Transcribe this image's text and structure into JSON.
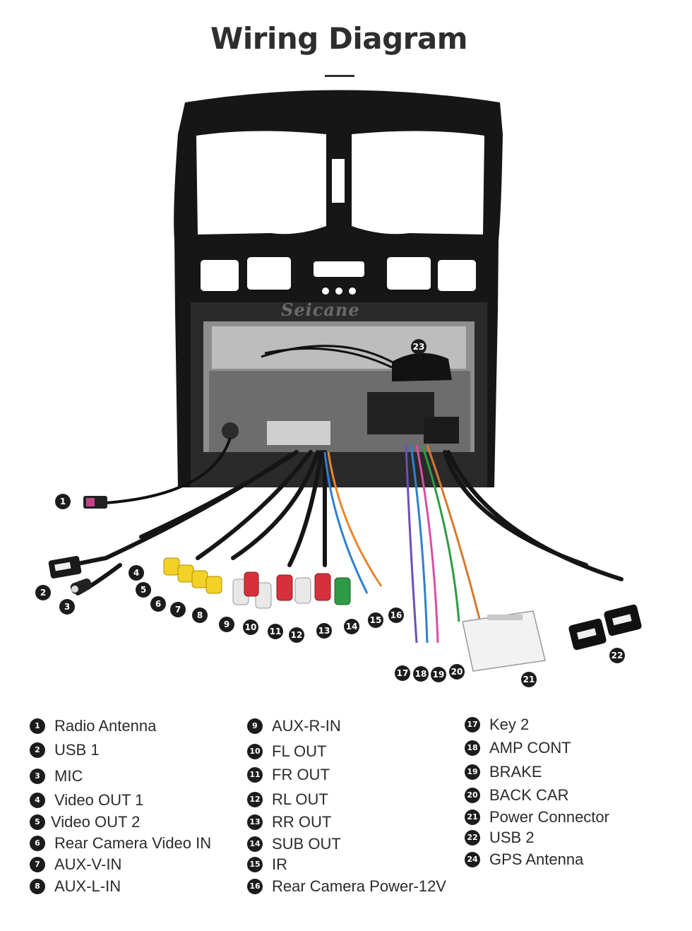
{
  "title": "Wiring Diagram",
  "watermark": "Seicane",
  "markers": [
    "1",
    "2",
    "3",
    "4",
    "5",
    "6",
    "7",
    "8",
    "9",
    "10",
    "11",
    "12",
    "13",
    "14",
    "15",
    "16",
    "17",
    "18",
    "19",
    "20",
    "21",
    "22",
    "23"
  ],
  "legend": {
    "col1": [
      {
        "num": "1",
        "label": "Radio Antenna"
      },
      {
        "num": "2",
        "label": "USB 1"
      },
      {
        "num": "3",
        "label": "MIC"
      },
      {
        "num": "4",
        "label": "Video OUT 1"
      },
      {
        "num": "5",
        "label": "Video OUT 2"
      },
      {
        "num": "6",
        "label": "Rear Camera Video IN"
      },
      {
        "num": "7",
        "label": "AUX-V-IN"
      },
      {
        "num": "8",
        "label": "AUX-L-IN"
      }
    ],
    "col2": [
      {
        "num": "9",
        "label": "AUX-R-IN"
      },
      {
        "num": "10",
        "label": "FL OUT"
      },
      {
        "num": "11",
        "label": "FR OUT"
      },
      {
        "num": "12",
        "label": "RL OUT"
      },
      {
        "num": "13",
        "label": "RR OUT"
      },
      {
        "num": "14",
        "label": "SUB OUT"
      },
      {
        "num": "15",
        "label": "IR"
      },
      {
        "num": "16",
        "label": "Rear Camera Power-12V"
      }
    ],
    "col3": [
      {
        "num": "17",
        "label": "Key 2"
      },
      {
        "num": "18",
        "label": "AMP CONT"
      },
      {
        "num": "19",
        "label": "BRAKE"
      },
      {
        "num": "20",
        "label": "BACK CAR"
      },
      {
        "num": "21",
        "label": "Power Connector"
      },
      {
        "num": "22",
        "label": "USB 2"
      },
      {
        "num": "24",
        "label": "GPS Antenna"
      }
    ]
  }
}
